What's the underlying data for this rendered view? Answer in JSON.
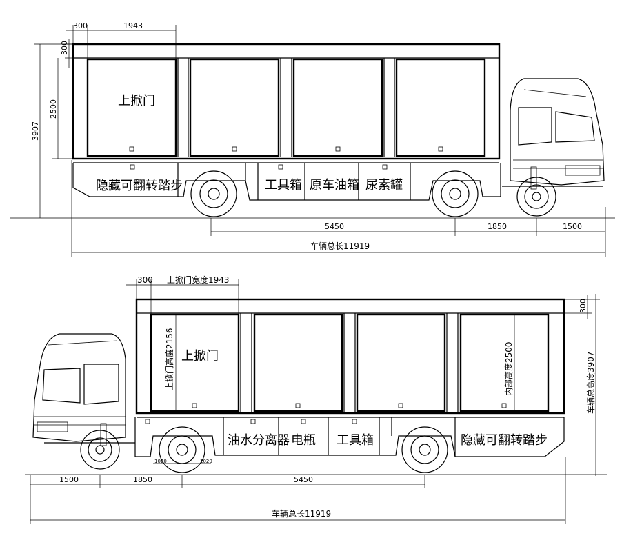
{
  "top_view": {
    "door_label": "上掀门",
    "compartments": [
      "隐藏可翻转踏步",
      "工具箱",
      "原车油箱",
      "尿素罐"
    ],
    "dims": {
      "front_overhang": "300",
      "door_width": "1943",
      "top_gap": "300",
      "box_height": "2500",
      "total_height": "3907",
      "wheelbase_rear": "5450",
      "wheelbase_front": "1850",
      "front_end": "1500",
      "total_length": "车辆总长11919"
    }
  },
  "bottom_view": {
    "door_label": "上掀门",
    "door_height_label": "上掀门高度2156",
    "inner_height_label": "内部高度2500",
    "compartments": [
      "油水分离器",
      "电瓶",
      "工具箱",
      "隐藏可翻转踏步"
    ],
    "dims": {
      "front_overhang": "300",
      "door_width": "上掀门宽度1943",
      "top_gap": "300",
      "total_height": "车辆总高度3907",
      "front_end": "1500",
      "wheelbase_front": "1850",
      "wheelbase_rear": "5450",
      "axle_small_1": "1020",
      "axle_small_2": "1020",
      "total_length": "车辆总长11919"
    }
  }
}
